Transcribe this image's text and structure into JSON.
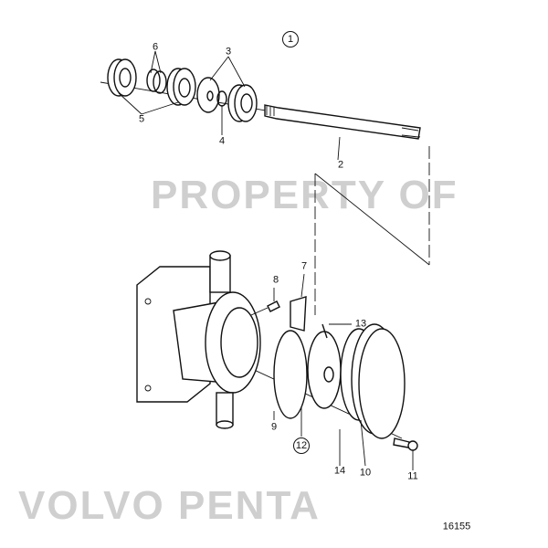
{
  "diagram": {
    "group_number": "1",
    "figure_number": "16155",
    "watermark": [
      "PROPERTY OF",
      "VOLVO PENTA"
    ],
    "callouts": {
      "c2": "2",
      "c3": "3",
      "c4": "4",
      "c5": "5",
      "c6": "6",
      "c7": "7",
      "c8": "8",
      "c9": "9",
      "c10": "10",
      "c11": "11",
      "c12": "12",
      "c13": "13",
      "c14": "14"
    }
  }
}
